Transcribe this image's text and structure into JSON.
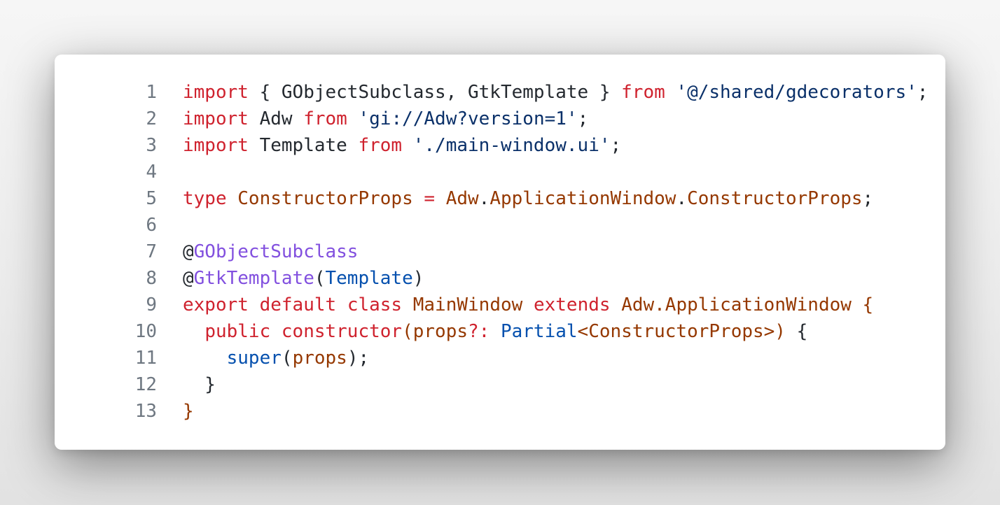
{
  "code": {
    "lines": [
      {
        "n": "1",
        "tokens": [
          {
            "t": "import",
            "c": "kw"
          },
          {
            "t": " { GObjectSubclass, GtkTemplate } ",
            "c": "pl"
          },
          {
            "t": "from",
            "c": "kw"
          },
          {
            "t": " ",
            "c": "pl"
          },
          {
            "t": "'@/shared/gdecorators'",
            "c": "str"
          },
          {
            "t": ";",
            "c": "pl"
          }
        ]
      },
      {
        "n": "2",
        "tokens": [
          {
            "t": "import",
            "c": "kw"
          },
          {
            "t": " Adw ",
            "c": "pl"
          },
          {
            "t": "from",
            "c": "kw"
          },
          {
            "t": " ",
            "c": "pl"
          },
          {
            "t": "'gi://Adw?version=1'",
            "c": "str"
          },
          {
            "t": ";",
            "c": "pl"
          }
        ]
      },
      {
        "n": "3",
        "tokens": [
          {
            "t": "import",
            "c": "kw"
          },
          {
            "t": " Template ",
            "c": "pl"
          },
          {
            "t": "from",
            "c": "kw"
          },
          {
            "t": " ",
            "c": "pl"
          },
          {
            "t": "'./main-window.ui'",
            "c": "str"
          },
          {
            "t": ";",
            "c": "pl"
          }
        ]
      },
      {
        "n": "4",
        "tokens": []
      },
      {
        "n": "5",
        "tokens": [
          {
            "t": "type",
            "c": "kw"
          },
          {
            "t": " ",
            "c": "pl"
          },
          {
            "t": "ConstructorProps",
            "c": "ty"
          },
          {
            "t": " ",
            "c": "pl"
          },
          {
            "t": "=",
            "c": "kw"
          },
          {
            "t": " ",
            "c": "pl"
          },
          {
            "t": "Adw",
            "c": "ty"
          },
          {
            "t": ".",
            "c": "pl"
          },
          {
            "t": "ApplicationWindow",
            "c": "ty"
          },
          {
            "t": ".",
            "c": "pl"
          },
          {
            "t": "ConstructorProps",
            "c": "ty"
          },
          {
            "t": ";",
            "c": "pl"
          }
        ]
      },
      {
        "n": "6",
        "tokens": []
      },
      {
        "n": "7",
        "tokens": [
          {
            "t": "@",
            "c": "pl"
          },
          {
            "t": "GObjectSubclass",
            "c": "dec"
          }
        ]
      },
      {
        "n": "8",
        "tokens": [
          {
            "t": "@",
            "c": "pl"
          },
          {
            "t": "GtkTemplate",
            "c": "dec"
          },
          {
            "t": "(",
            "c": "pl"
          },
          {
            "t": "Template",
            "c": "bi"
          },
          {
            "t": ")",
            "c": "pl"
          }
        ]
      },
      {
        "n": "9",
        "tokens": [
          {
            "t": "export",
            "c": "kw"
          },
          {
            "t": " ",
            "c": "pl"
          },
          {
            "t": "default",
            "c": "kw"
          },
          {
            "t": " ",
            "c": "pl"
          },
          {
            "t": "class",
            "c": "kw"
          },
          {
            "t": " ",
            "c": "pl"
          },
          {
            "t": "MainWindow",
            "c": "ty"
          },
          {
            "t": " ",
            "c": "pl"
          },
          {
            "t": "extends",
            "c": "kw"
          },
          {
            "t": " ",
            "c": "pl"
          },
          {
            "t": "Adw.ApplicationWindow {",
            "c": "ty"
          }
        ]
      },
      {
        "n": "10",
        "tokens": [
          {
            "t": "  ",
            "c": "pl"
          },
          {
            "t": "public",
            "c": "kw"
          },
          {
            "t": " ",
            "c": "pl"
          },
          {
            "t": "constructor",
            "c": "kw"
          },
          {
            "t": "(props",
            "c": "ty"
          },
          {
            "t": "?:",
            "c": "kw"
          },
          {
            "t": " ",
            "c": "pl"
          },
          {
            "t": "Partial",
            "c": "bi"
          },
          {
            "t": "<ConstructorProps>)",
            "c": "ty"
          },
          {
            "t": " {",
            "c": "pl"
          }
        ]
      },
      {
        "n": "11",
        "tokens": [
          {
            "t": "    ",
            "c": "pl"
          },
          {
            "t": "super",
            "c": "bi"
          },
          {
            "t": "(",
            "c": "pl"
          },
          {
            "t": "props",
            "c": "ty"
          },
          {
            "t": ");",
            "c": "pl"
          }
        ]
      },
      {
        "n": "12",
        "tokens": [
          {
            "t": "  }",
            "c": "pl"
          }
        ]
      },
      {
        "n": "13",
        "tokens": [
          {
            "t": "}",
            "c": "ty"
          }
        ]
      }
    ]
  }
}
